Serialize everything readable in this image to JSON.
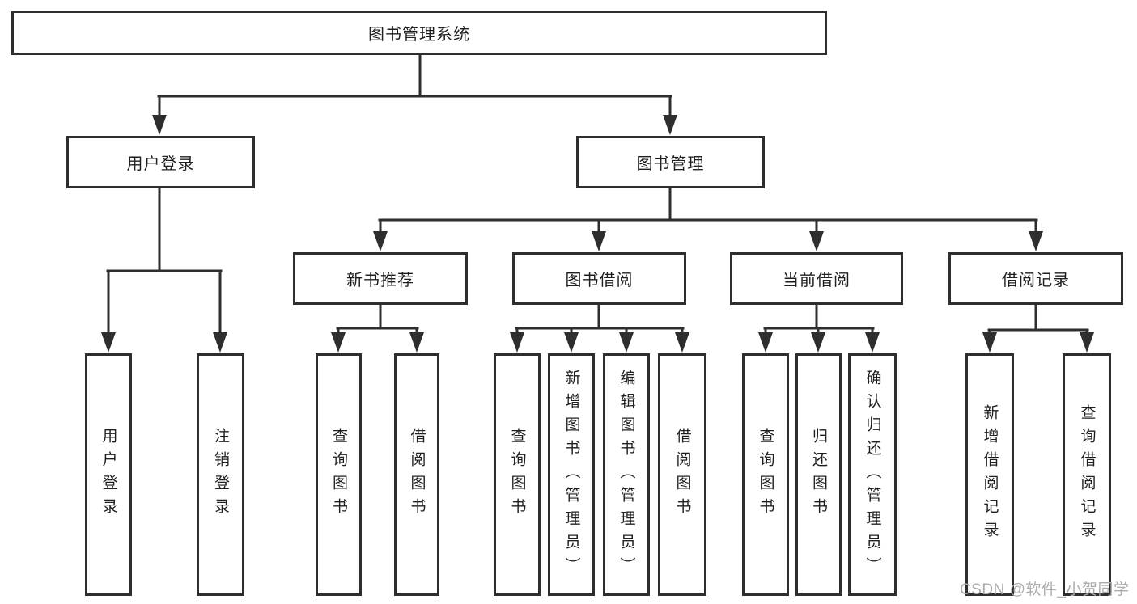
{
  "diagram": {
    "root": {
      "label": "图书管理系统"
    },
    "branches": [
      {
        "label": "用户登录",
        "children": [
          {
            "label": "用户登录"
          },
          {
            "label": "注销登录"
          }
        ]
      },
      {
        "label": "图书管理",
        "children": [
          {
            "label": "新书推荐",
            "children": [
              {
                "label": "查询图书"
              },
              {
                "label": "借阅图书"
              }
            ]
          },
          {
            "label": "图书借阅",
            "children": [
              {
                "label": "查询图书"
              },
              {
                "label": "新增图书（管理员）"
              },
              {
                "label": "编辑图书（管理员）"
              },
              {
                "label": "借阅图书"
              }
            ]
          },
          {
            "label": "当前借阅",
            "children": [
              {
                "label": "查询图书"
              },
              {
                "label": "归还图书"
              },
              {
                "label": "确认归还（管理员）"
              }
            ]
          },
          {
            "label": "借阅记录",
            "children": [
              {
                "label": "新增借阅记录"
              },
              {
                "label": "查询借阅记录"
              }
            ]
          }
        ]
      }
    ]
  },
  "watermark": {
    "text": "CSDN @软件_小贺同学"
  },
  "colors": {
    "line": "#2e2e2e",
    "box_border": "#2e2e2e",
    "text": "#1f1f1f",
    "watermark": "#acacac",
    "background": "#ffffff"
  }
}
